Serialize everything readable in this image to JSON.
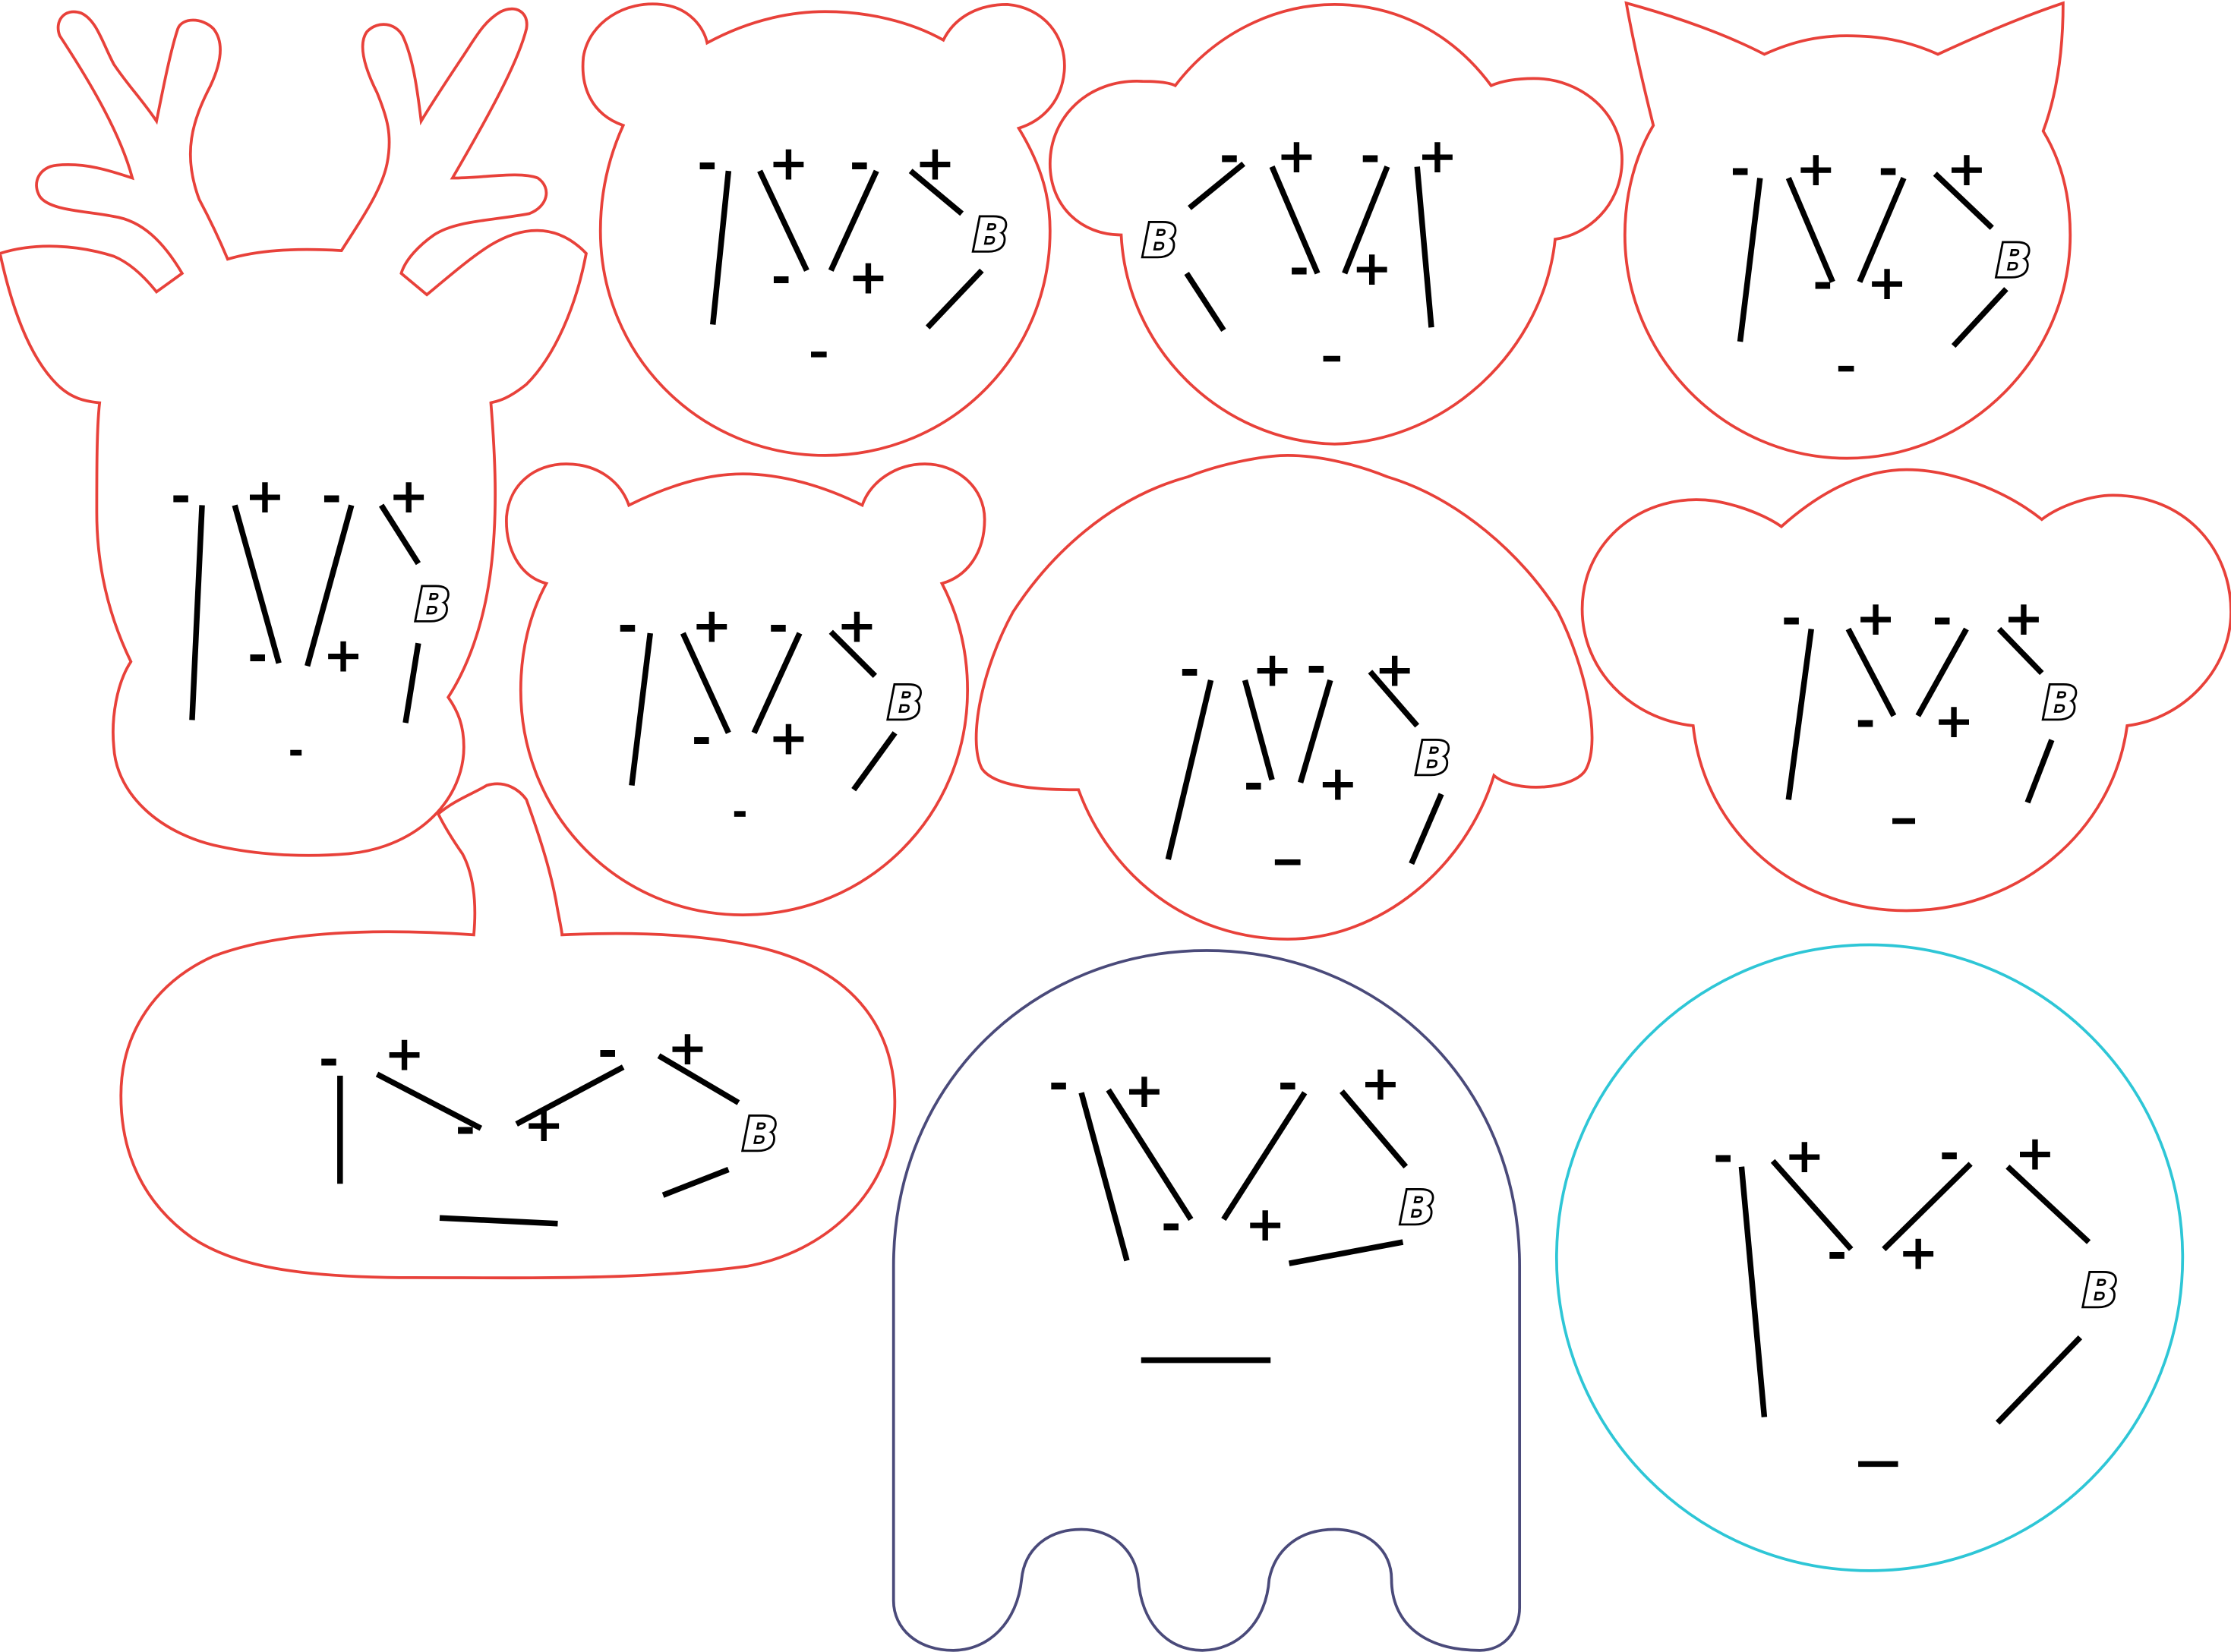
{
  "colors": {
    "outline_red": "#e8413a",
    "outline_navy": "#4a4a7a",
    "outline_cyan": "#2ec6d6",
    "wire": "#000000"
  },
  "labels": {
    "minus": "-",
    "plus": "+",
    "battery": "B"
  },
  "templates": [
    {
      "id": "deer",
      "outline_color": "outline_red"
    },
    {
      "id": "bear",
      "outline_color": "outline_red"
    },
    {
      "id": "monkey",
      "outline_color": "outline_red"
    },
    {
      "id": "cat",
      "outline_color": "outline_red"
    },
    {
      "id": "teddy-bear",
      "outline_color": "outline_red"
    },
    {
      "id": "dog",
      "outline_color": "outline_red"
    },
    {
      "id": "mouse",
      "outline_color": "outline_red"
    },
    {
      "id": "pumpkin",
      "outline_color": "outline_red"
    },
    {
      "id": "ghost",
      "outline_color": "outline_navy"
    },
    {
      "id": "circle",
      "outline_color": "outline_cyan"
    }
  ]
}
